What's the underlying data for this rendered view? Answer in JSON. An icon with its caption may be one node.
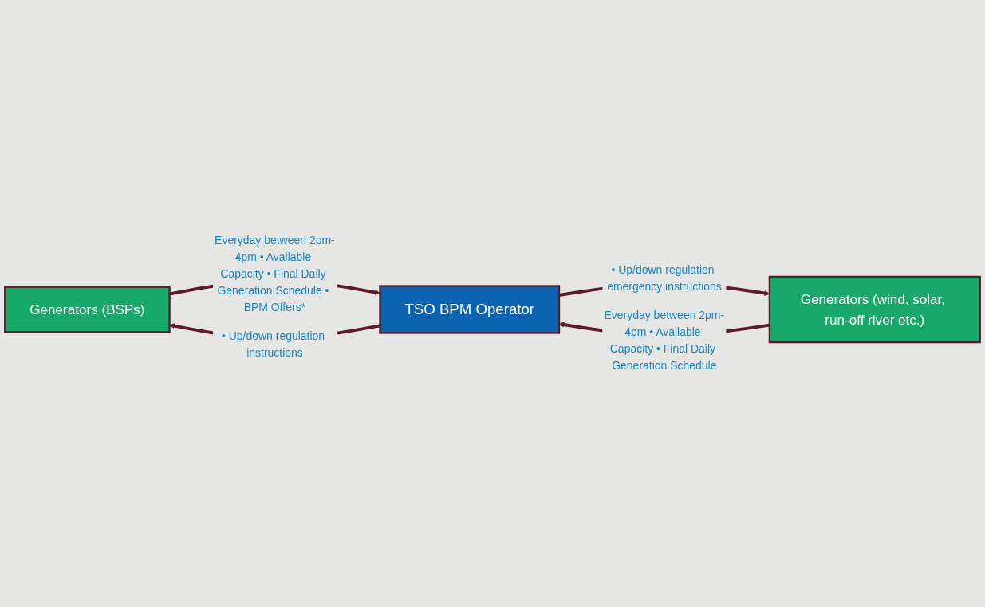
{
  "diagram": {
    "nodes": [
      {
        "text": [
          "Generators (BSPs)"
        ]
      },
      {
        "text": [
          "Generators (wind, solar, run-off river etc.)"
        ]
      },
      {
        "text": [
          "TSO BPM Operator"
        ]
      }
    ],
    "edges": [
      {
        "from": 0,
        "to": 2,
        "arrow": "to",
        "label": "Everyday between 2pm-4pm • Available Capacity • Final Daily Generation Schedule • BPM Offers*"
      },
      {
        "from": 2,
        "to": 0,
        "arrow": "to",
        "label": "• Up/down regulation instructions"
      },
      {
        "from": 1,
        "to": 2,
        "arrow": "to",
        "label": "Everyday between 2pm-4pm • Available Capacity • Final Daily Generation Schedule"
      },
      {
        "from": 2,
        "to": 1,
        "arrow": "to",
        "label": "• Up/down regulation emergency instructions"
      }
    ]
  }
}
